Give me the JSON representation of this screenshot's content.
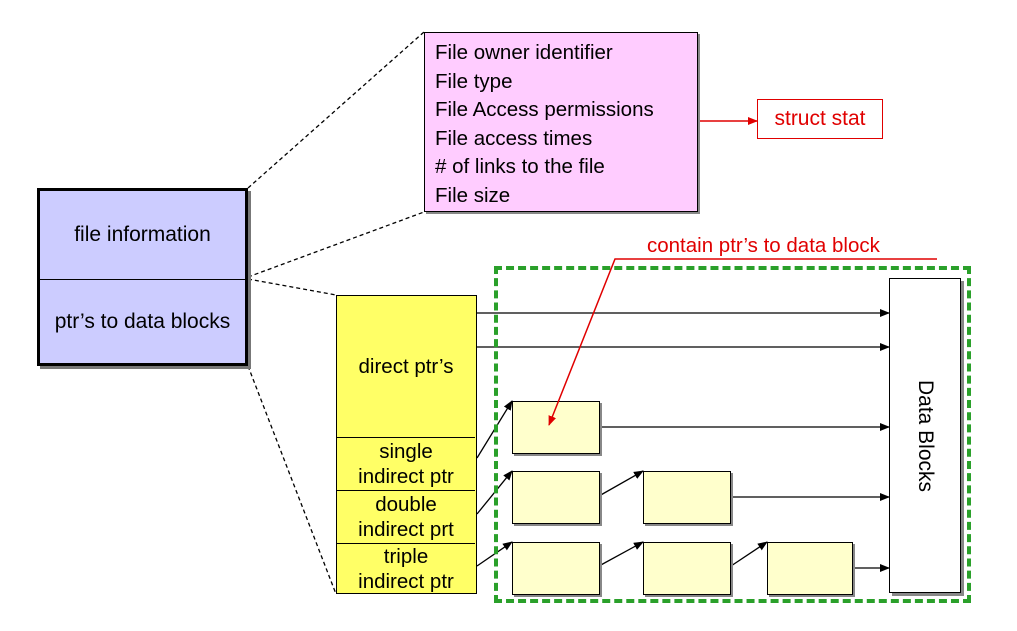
{
  "inode": {
    "file_information": "file information",
    "data_block_ptrs": "ptr’s to data blocks"
  },
  "attributes": [
    "File owner identifier",
    "File type",
    "File Access permissions",
    "File access times",
    "# of links to the file",
    "File size"
  ],
  "struct_stat": "struct stat",
  "pointer_column": {
    "direct": "direct ptr’s",
    "single_line1": "single",
    "single_line2": "indirect ptr",
    "double_line1": "double",
    "double_line2": "indirect prt",
    "triple_line1": "triple",
    "triple_line2": "indirect ptr"
  },
  "data_blocks": "Data Blocks",
  "pointer_note": "contain ptr’s to data block",
  "colors": {
    "inode_fill": "#ccccff",
    "attributes_fill": "#ffccff",
    "pointer_column_fill": "#ffff66",
    "indirect_block_fill": "#ffffcc",
    "annotation_red": "#e00000",
    "region_green": "#2aa02a"
  }
}
